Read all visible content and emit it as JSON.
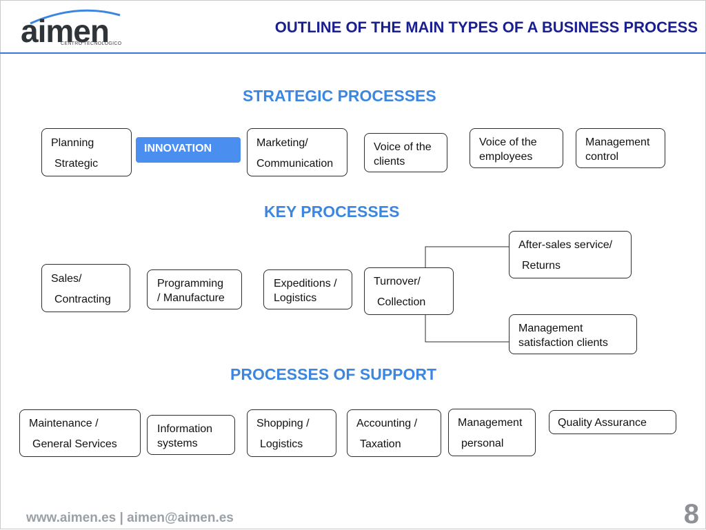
{
  "header": {
    "logo_text": "aimen",
    "logo_subtitle": "CENTRO TECNOLÓGICO",
    "title": "OUTLINE OF THE MAIN TYPES OF A BUSINESS PROCESS"
  },
  "strategic": {
    "title": "STRATEGIC PROCESSES",
    "planning": {
      "l1": "Planning",
      "l2": "Strategic"
    },
    "innovation": "INNOVATION",
    "marketing": {
      "l1": "Marketing/",
      "l2": "Communication"
    },
    "voice_clients": {
      "l1": "Voice of the",
      "l2": "clients"
    },
    "voice_employees": {
      "l1": "Voice of the",
      "l2": "employees"
    },
    "management_control": {
      "l1": "Management",
      "l2": "control"
    }
  },
  "key": {
    "title": "KEY PROCESSES",
    "sales": {
      "l1": "Sales/",
      "l2": "Contracting"
    },
    "programming": {
      "l1": "Programming",
      "l2": "/ Manufacture"
    },
    "expeditions": {
      "l1": "Expeditions /",
      "l2": "Logistics"
    },
    "turnover": {
      "l1": "Turnover/",
      "l2": "Collection"
    },
    "after_sales": {
      "l1": "After-sales service/",
      "l2": "Returns"
    },
    "satisfaction": {
      "l1": "Management",
      "l2": "satisfaction clients"
    }
  },
  "support": {
    "title": "PROCESSES OF SUPPORT",
    "maintenance": {
      "l1": "Maintenance /",
      "l2": "General Services"
    },
    "information": {
      "l1": "Information",
      "l2": "systems"
    },
    "shopping": {
      "l1": "Shopping /",
      "l2": "Logistics"
    },
    "accounting": {
      "l1": "Accounting /",
      "l2": "Taxation"
    },
    "personal": {
      "l1": "Management",
      "l2": "personal"
    },
    "quality": {
      "l1": "Quality Assurance"
    }
  },
  "footer": {
    "links": "www.aimen.es | aimen@aimen.es",
    "page_number": "8"
  },
  "colors": {
    "title_dark_blue": "#1a1f8f",
    "section_blue": "#3b86e0",
    "innovation_fill": "#4a8ff0",
    "header_rule": "#3a78d6"
  }
}
